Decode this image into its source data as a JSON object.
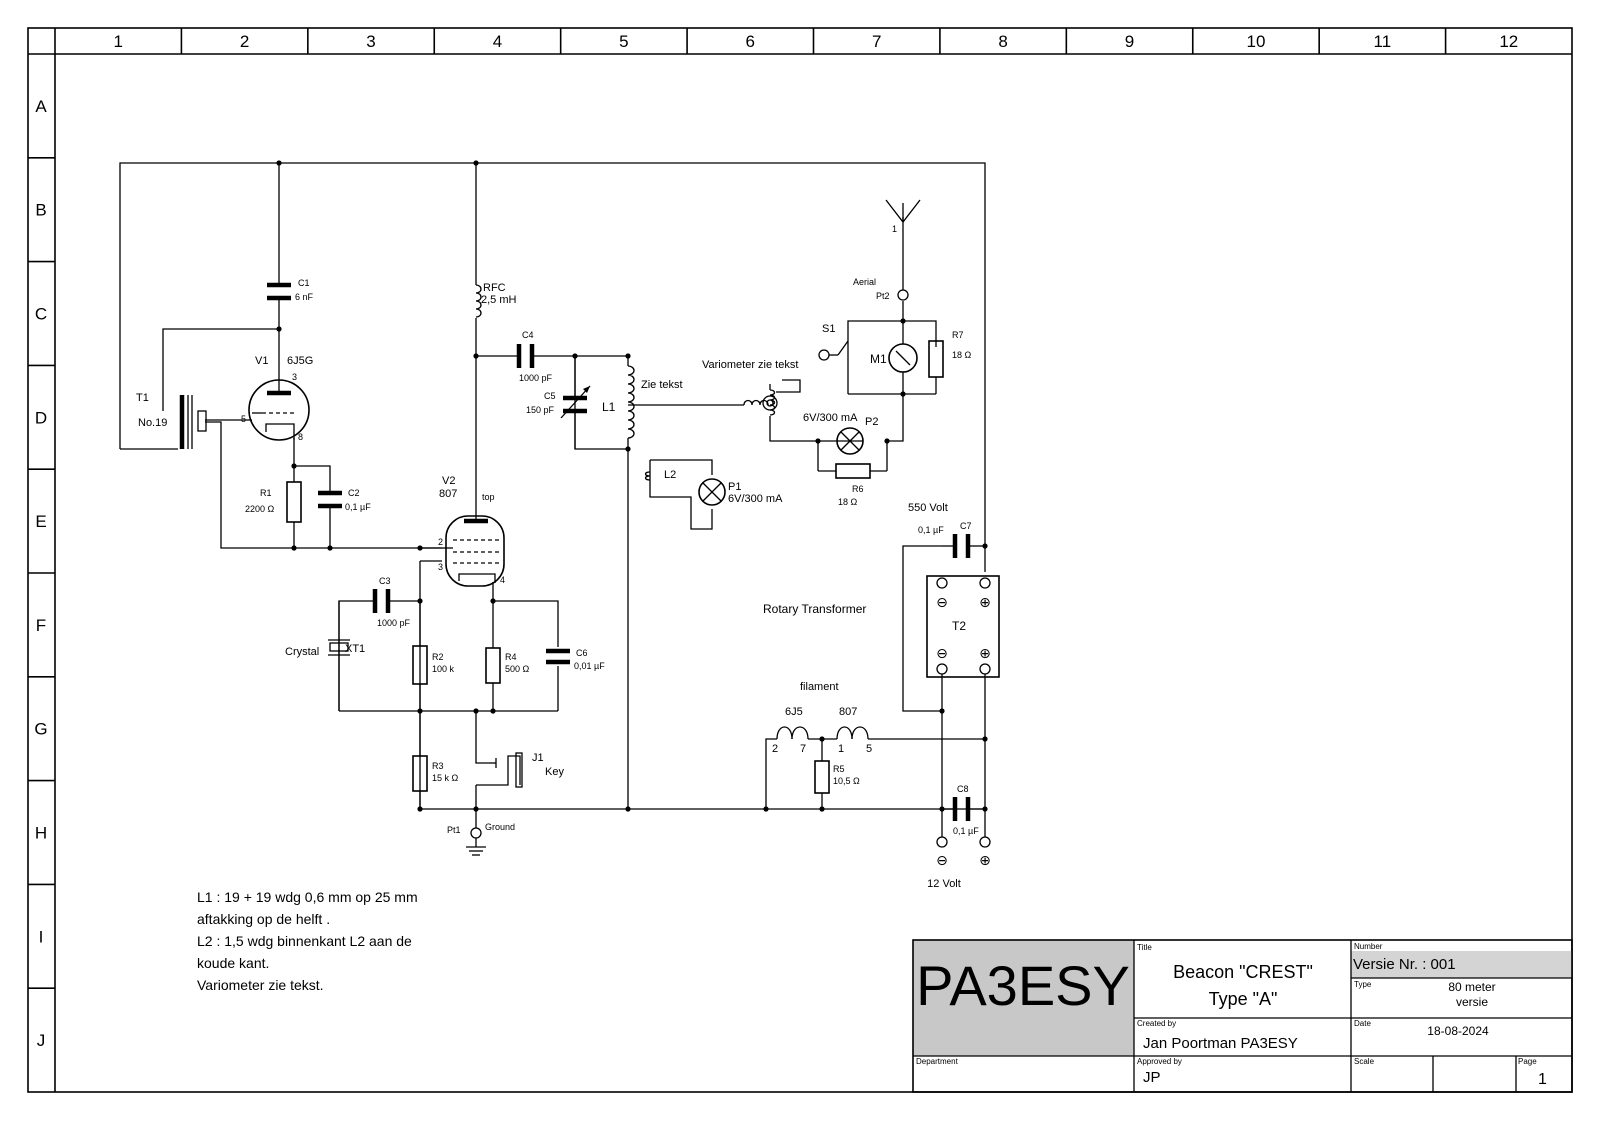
{
  "columns": [
    "1",
    "2",
    "3",
    "4",
    "5",
    "6",
    "7",
    "8",
    "9",
    "10",
    "11",
    "12"
  ],
  "rows": [
    "A",
    "B",
    "C",
    "D",
    "E",
    "F",
    "G",
    "H",
    "I",
    "J"
  ],
  "components": {
    "c1": {
      "ref": "C1",
      "value": "6 nF"
    },
    "c2": {
      "ref": "C2",
      "value": "0,1 µF"
    },
    "c3": {
      "ref": "C3",
      "value": "1000 pF"
    },
    "c4": {
      "ref": "C4",
      "value": "1000 pF"
    },
    "c5": {
      "ref": "C5",
      "value": "150 pF"
    },
    "c6": {
      "ref": "C6",
      "value": "0,01 µF"
    },
    "c7": {
      "ref": "C7",
      "value": "0,1 µF"
    },
    "c8": {
      "ref": "C8",
      "value": "0,1 µF"
    },
    "r1": {
      "ref": "R1",
      "value": "2200 Ω"
    },
    "r2": {
      "ref": "R2",
      "value": "100 k"
    },
    "r3": {
      "ref": "R3",
      "value": "15 k Ω"
    },
    "r4": {
      "ref": "R4",
      "value": "500 Ω"
    },
    "r5": {
      "ref": "R5",
      "value": "10,5 Ω"
    },
    "r6": {
      "ref": "R6",
      "value": "18 Ω"
    },
    "r7": {
      "ref": "R7",
      "value": "18 Ω"
    },
    "v1": {
      "ref": "V1",
      "type": "6J5G",
      "pin_plate": "3",
      "pin_grid": "5",
      "pin_cathode": "8"
    },
    "v2": {
      "ref": "V2",
      "type": "807",
      "pin_top": "top",
      "pin_grid": "2",
      "pin_g2": "3",
      "pin_cathode": "4"
    },
    "t1": {
      "ref": "T1",
      "type": "No.19"
    },
    "t2": {
      "ref": "T2",
      "name": "Rotary Transformer",
      "hv": "550 Volt",
      "lv": "12 Volt"
    },
    "rfc": {
      "ref": "RFC",
      "value": "2,5 mH"
    },
    "l1": {
      "ref": "L1",
      "note": "Zie tekst"
    },
    "l2": {
      "ref": "L2"
    },
    "p1": {
      "ref": "P1",
      "value": "6V/300 mA"
    },
    "p2": {
      "ref": "P2",
      "value": "6V/300 mA"
    },
    "m1": {
      "ref": "M1"
    },
    "s1": {
      "ref": "S1"
    },
    "xt1": {
      "ref": "XT1",
      "name": "Crystal"
    },
    "j1": {
      "ref": "J1",
      "name": "Key"
    },
    "pt1": {
      "ref": "Pt1",
      "name": "Ground"
    },
    "pt2": {
      "ref": "Pt2",
      "name": "Aerial",
      "pin": "1"
    },
    "variometer": {
      "label": "Variometer zie tekst"
    },
    "filament": {
      "label": "filament",
      "tube_a": "6J5",
      "tube_b": "807",
      "pin_a1": "2",
      "pin_a2": "7",
      "pin_b1": "1",
      "pin_b2": "5"
    },
    "minus_sign": "⊖",
    "plus_sign": "⊕"
  },
  "notes": [
    "L1 : 19 + 19 wdg 0,6 mm op 25 mm",
    "aftakking op de helft .",
    "L2 : 1,5 wdg binnenkant L2 aan de",
    "koude kant.",
    "Variometer zie tekst."
  ],
  "title_block": {
    "logo": "PA3ESY",
    "title_label": "Title",
    "title_line1": "Beacon \"CREST\"",
    "title_line2": "Type \"A\"",
    "number_label": "Number",
    "number_value": "Versie Nr. : 001",
    "type_label": "Type",
    "type_line1": "80 meter",
    "type_line2": "versie",
    "created_label": "Created by",
    "created_value": "Jan Poortman PA3ESY",
    "date_label": "Date",
    "date_value": "18-08-2024",
    "department_label": "Department",
    "approved_label": "Approved by",
    "approved_value": "JP",
    "scale_label": "Scale",
    "page_label": "Page",
    "page_value": "1"
  }
}
